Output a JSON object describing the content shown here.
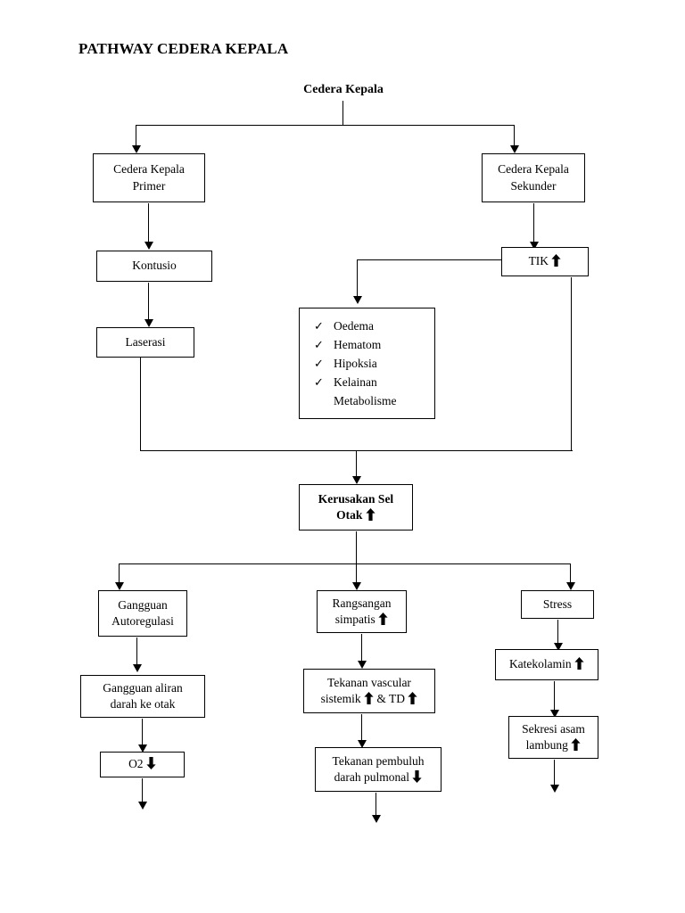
{
  "document": {
    "title": "PATHWAY CEDERA KEPALA",
    "root_label": "Cedera Kepala"
  },
  "nodes": {
    "primer": "Cedera Kepala\nPrimer",
    "primer_line1": "Cedera Kepala",
    "primer_line2": "Primer",
    "sekunder_line1": "Cedera Kepala",
    "sekunder_line2": "Sekunder",
    "kontusio": "Kontusio",
    "laserasi": "Laserasi",
    "tik": "TIK",
    "tik_arrow": "up",
    "kerusakan_line1": "Kerusakan Sel",
    "kerusakan_line2": "Otak",
    "kerusakan_arrow": "up",
    "gangguan_autoregulasi_line1": "Gangguan",
    "gangguan_autoregulasi_line2": "Autoregulasi",
    "gangguan_aliran_line1": "Gangguan aliran",
    "gangguan_aliran_line2": "darah ke otak",
    "o2": "O2",
    "o2_arrow": "down",
    "rangsangan_line1": "Rangsangan",
    "rangsangan_line2": "simpatis",
    "rangsangan_arrow": "up",
    "tekanan_vascular_line1": "Tekanan vascular",
    "tekanan_vascular_line2_a": "sistemik",
    "tekanan_vascular_line2_b": "& TD",
    "tekanan_vascular_arrow1": "up",
    "tekanan_vascular_arrow2": "up",
    "tekanan_pulmonal_line1": "Tekanan pembuluh",
    "tekanan_pulmonal_line2": "darah pulmonal",
    "tekanan_pulmonal_arrow": "down",
    "stress": "Stress",
    "katekolamin": "Katekolamin",
    "katekolamin_arrow": "up",
    "sekresi_line1": "Sekresi asam",
    "sekresi_line2": "lambung",
    "sekresi_arrow": "up"
  },
  "checklist": {
    "tick_glyph": "✓",
    "items": [
      "Oedema",
      "Hematom",
      "Hipoksia",
      "Kelainan"
    ],
    "continuation": "Metabolisme"
  },
  "colors": {
    "ink": "#000000",
    "background": "#ffffff",
    "border": "#000000"
  }
}
